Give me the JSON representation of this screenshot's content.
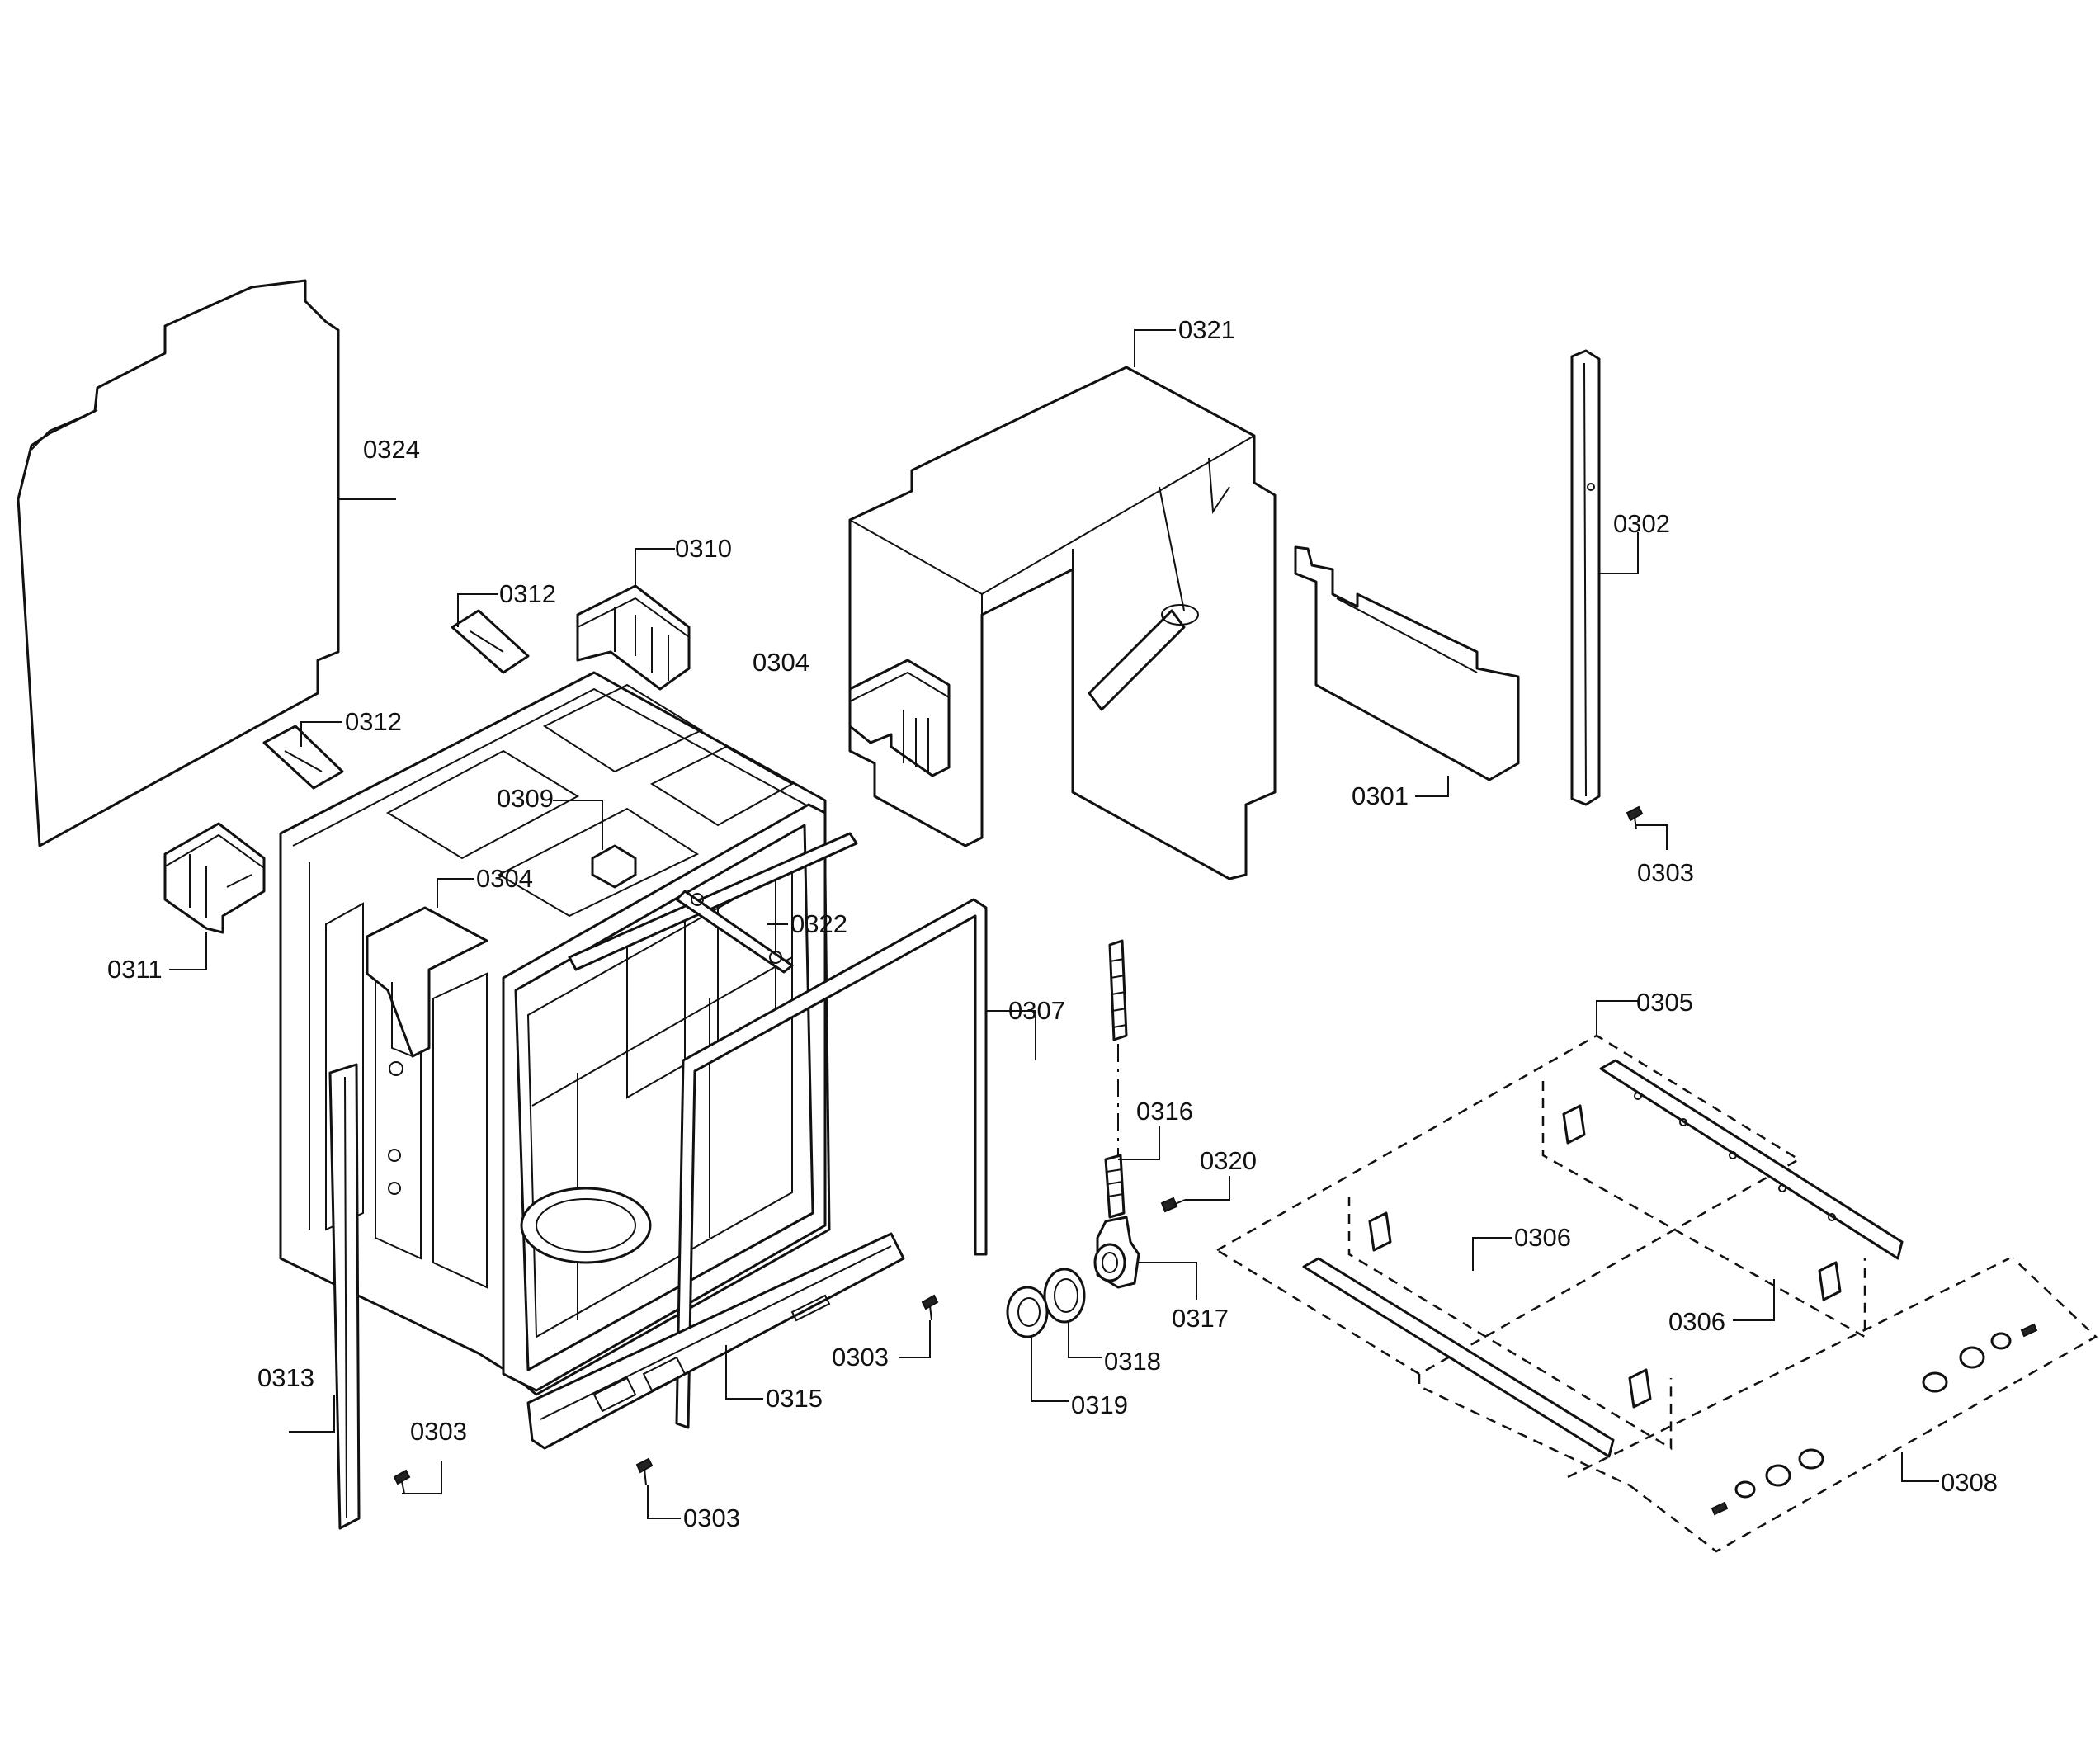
{
  "callouts": {
    "c0324": "0324",
    "c0310": "0310",
    "c0312a": "0312",
    "c0312b": "0312",
    "c0309": "0309",
    "c0304a": "0304",
    "c0304b": "0304",
    "c0311": "0311",
    "c0322": "0322",
    "c0307": "0307",
    "c0313": "0313",
    "c0303a": "0303",
    "c0303b": "0303",
    "c0303c": "0303",
    "c0303d": "0303",
    "c0315": "0315",
    "c0321": "0321",
    "c0301": "0301",
    "c0302": "0302",
    "c0316": "0316",
    "c0320": "0320",
    "c0317": "0317",
    "c0318": "0318",
    "c0319": "0319",
    "c0305": "0305",
    "c0306a": "0306",
    "c0306b": "0306",
    "c0308": "0308"
  }
}
